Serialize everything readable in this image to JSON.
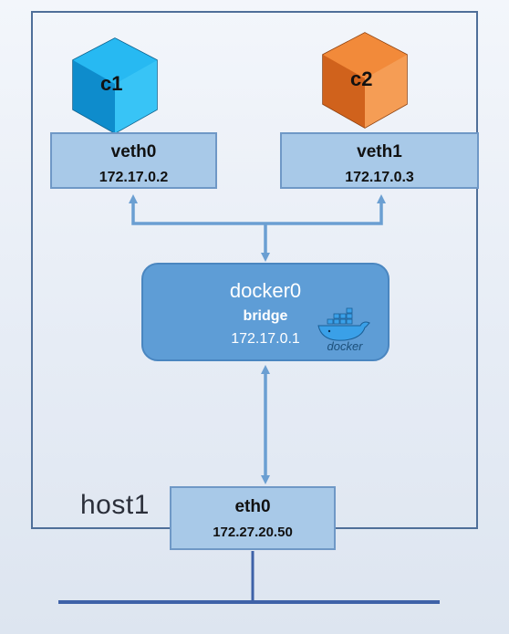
{
  "host": {
    "label": "host1"
  },
  "containers": [
    {
      "label": "c1",
      "color": "#1aa7e6"
    },
    {
      "label": "c2",
      "color": "#e8782a"
    }
  ],
  "interfaces": {
    "veth0": {
      "name": "veth0",
      "ip": "172.17.0.2"
    },
    "veth1": {
      "name": "veth1",
      "ip": "172.17.0.3"
    },
    "eth0": {
      "name": "eth0",
      "ip": "172.27.20.50"
    }
  },
  "bridge": {
    "name": "docker0",
    "type": "bridge",
    "ip": "172.17.0.1",
    "logo_text": "docker"
  },
  "colors": {
    "arrow": "#6b9fd2",
    "wire": "#3e62a8",
    "frame": "#4f6f99"
  }
}
